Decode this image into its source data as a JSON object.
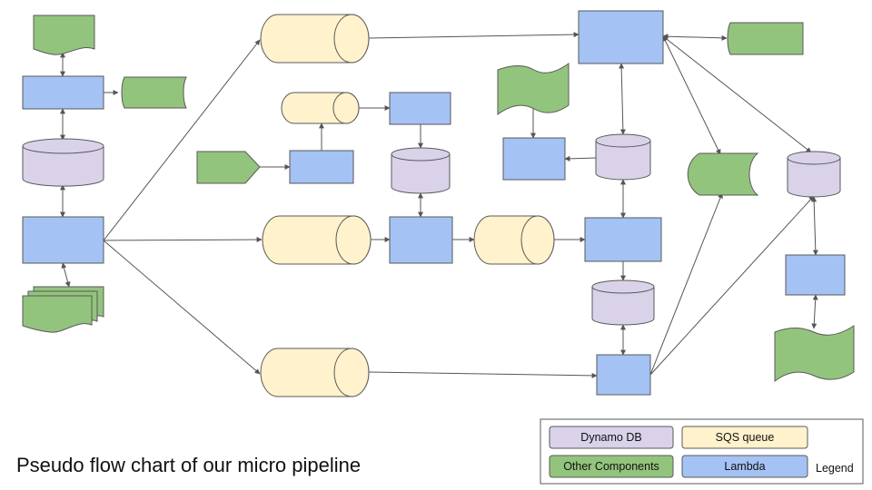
{
  "caption": "Pseudo flow chart of our micro pipeline",
  "legend": {
    "title": "Legend",
    "items": [
      {
        "label": "Dynamo DB",
        "kind": "dynamo"
      },
      {
        "label": "SQS queue",
        "kind": "sqs"
      },
      {
        "label": "Other Components",
        "kind": "other"
      },
      {
        "label": "Lambda",
        "kind": "lambda"
      }
    ]
  },
  "colors": {
    "lambda": "#a4c2f4",
    "dynamo": "#d9d2e9",
    "sqs": "#fff2cc",
    "other": "#93c47d",
    "stroke": "#595959",
    "edge": "#555555"
  }
}
